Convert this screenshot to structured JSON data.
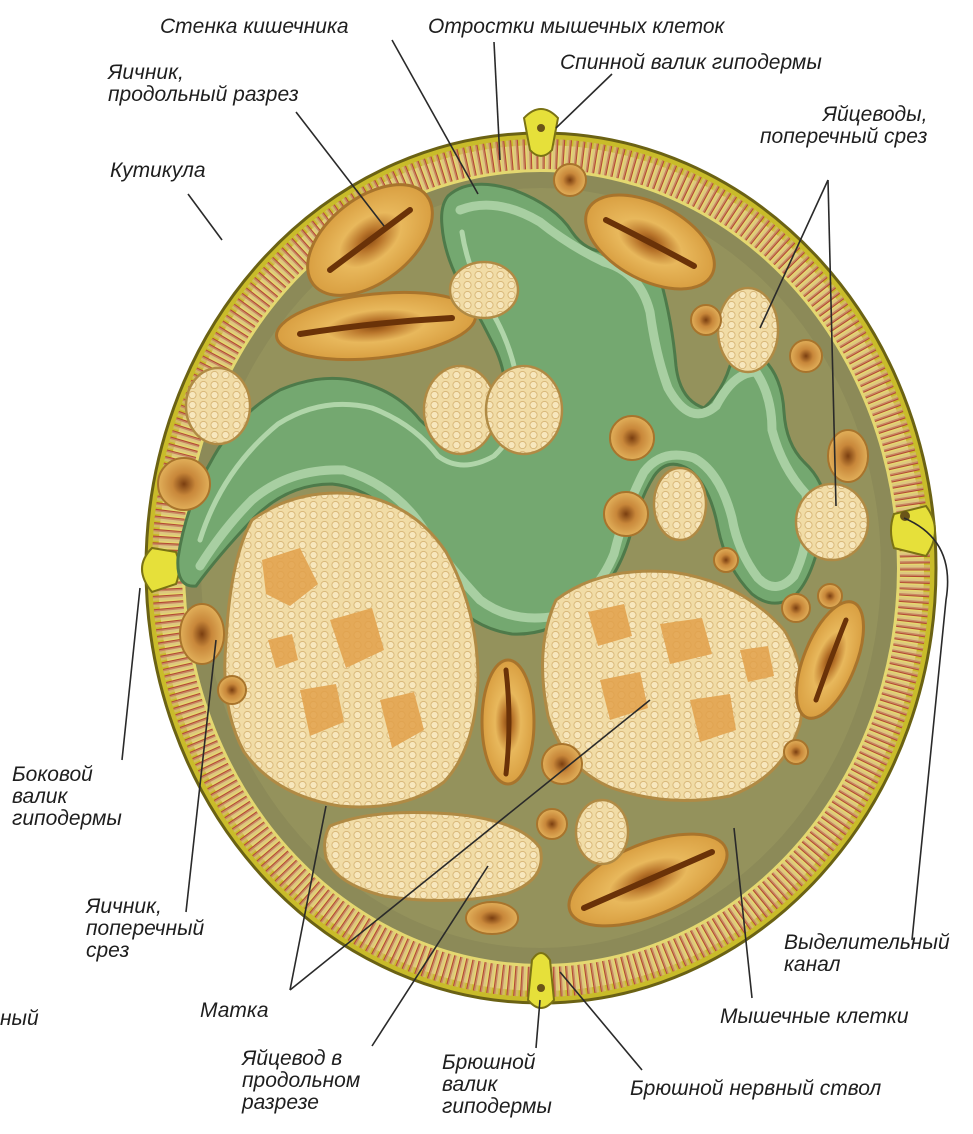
{
  "labels": {
    "intestine_wall": "Стенка кишечника",
    "muscle_processes": "Отростки мышечных клеток",
    "dorsal_cord": "Спинной валик гиподермы",
    "ovary_longitudinal": "Яичник,\nпродольный разрез",
    "cuticle": "Кутикула",
    "oviducts_cross": "Яйцеводы,\nпоперечный срез",
    "lateral_cord": "Боковой\nвалик\nгиподермы",
    "ovary_cross": "Яичник,\nпоперечный\nсрез",
    "excretory_canal": "Выделительный\nканал",
    "uterus": "Матка",
    "muscle_cells": "Мышечные клетки",
    "oviduct_longitudinal": "Яйцевод в\nпродольном\nразрезе",
    "ventral_cord": "Брюшной\nвалик\nгиподермы",
    "ventral_nerve": "Брюшной нервный ствол",
    "cut_fragment": "ный"
  },
  "colors": {
    "cuticle": "#c9bc2a",
    "muscle_band": "#b34a32",
    "body_cavity": "#8c8a58",
    "intestine": "#74a870",
    "intestine_light": "#a8cfa2",
    "ovary": "#e8b85c",
    "ovary_core": "#8a4a12",
    "egg_mass": "#f0d9a0",
    "egg_spot": "#e2a04a",
    "leader_line": "#2a2a2a"
  }
}
